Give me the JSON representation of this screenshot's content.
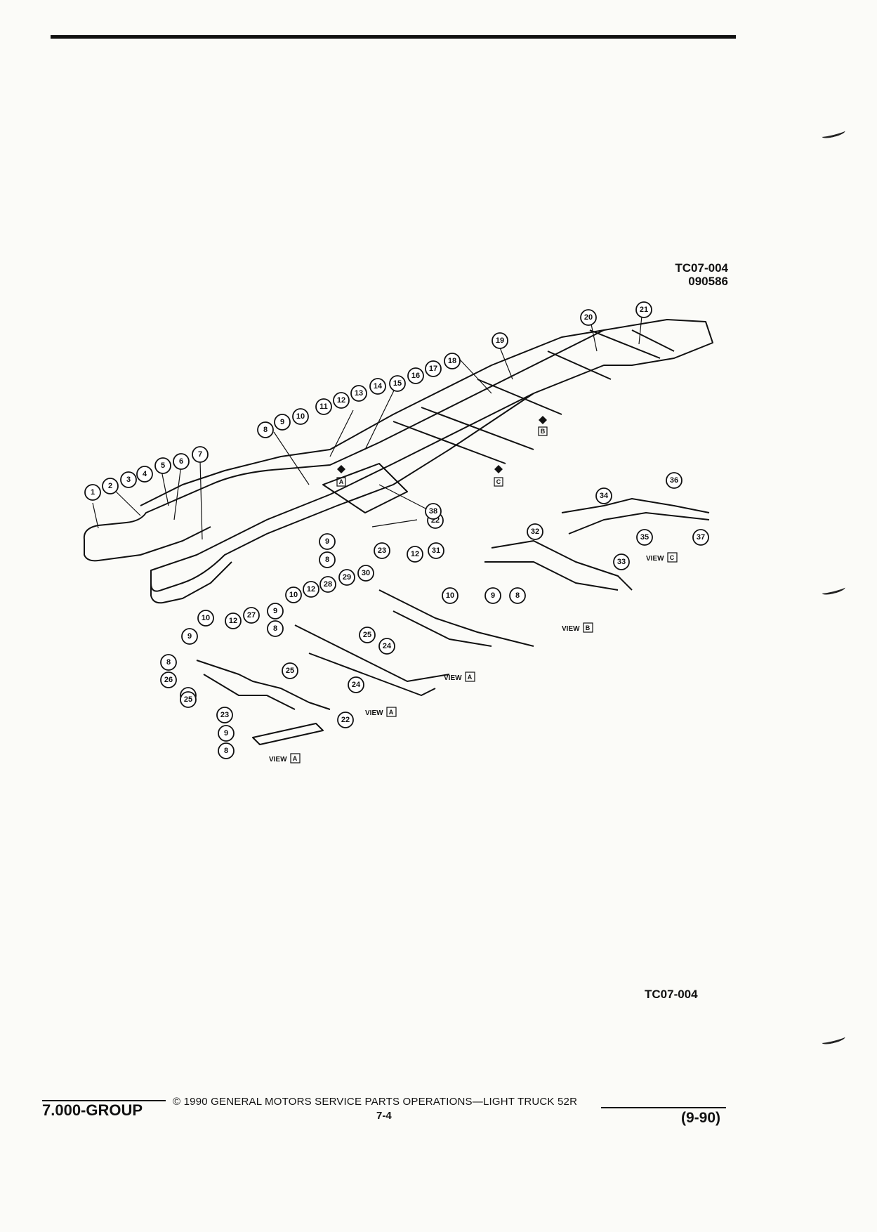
{
  "figure": {
    "code": "TC07-004",
    "date_code": "090586",
    "caption": "TC07-004"
  },
  "callouts": [
    "1",
    "2",
    "3",
    "4",
    "5",
    "6",
    "7",
    "8",
    "9",
    "10",
    "11",
    "12",
    "13",
    "14",
    "15",
    "16",
    "17",
    "18",
    "19",
    "20",
    "21",
    "22",
    "23",
    "24",
    "25",
    "26",
    "27",
    "28",
    "29",
    "30",
    "31",
    "32",
    "33",
    "34",
    "35",
    "36",
    "37",
    "38"
  ],
  "views": {
    "a": "VIEW",
    "a_key": "A",
    "b": "VIEW",
    "b_key": "B",
    "c": "VIEW",
    "c_key": "C"
  },
  "footer": {
    "group": "7.000-GROUP",
    "copyright": "© 1990 GENERAL MOTORS SERVICE PARTS OPERATIONS—LIGHT TRUCK 52R",
    "page": "7-4",
    "date": "(9-90)"
  }
}
